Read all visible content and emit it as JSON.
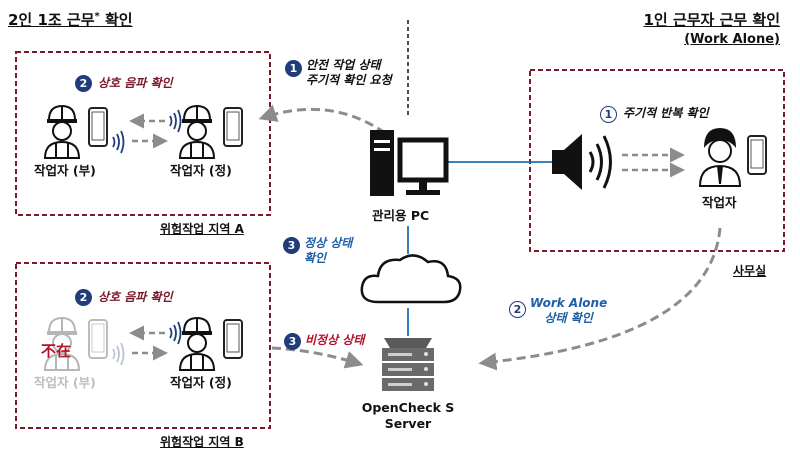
{
  "header_left": {
    "title": "2인 1조 근무",
    "sup": "*",
    "suffix": " 확인"
  },
  "header_right": {
    "line1": "1인 근무자 근무 확인",
    "line2": "(Work Alone)"
  },
  "step1": {
    "num": "1",
    "line1": "안전 작업 상태",
    "line2": "주기적 확인 요청"
  },
  "zone_a": {
    "label": "위험작업 지역 A",
    "badge": "2",
    "title": "상호 음파 확인",
    "worker_sub": "작업자 (부)",
    "worker_main": "작업자 (정)"
  },
  "zone_b": {
    "label": "위험작업 지역 B",
    "badge": "2",
    "title": "상호 음파 확인",
    "absent": "不在",
    "worker_sub": "작업자 (부)",
    "worker_main": "작업자 (정)"
  },
  "pc": {
    "label": "관리용 PC"
  },
  "normal": {
    "num": "3",
    "line1": "정상 상태",
    "line2": "확인"
  },
  "abnormal": {
    "num": "3",
    "text": "비정상 상태"
  },
  "server": {
    "line1": "OpenCheck S",
    "line2": "Server"
  },
  "office": {
    "label": "사무실",
    "badge": "1",
    "title": "주기적 반복 확인",
    "worker": "작업자"
  },
  "work_alone": {
    "num": "2",
    "line1": "Work Alone",
    "line2": "상태 확인"
  },
  "colors": {
    "dashed_box": "#7a1a2a",
    "badge": "#1f3d7a",
    "link": "#1f6fb5",
    "arrow": "#8c8c8c",
    "abnormal": "#b3122a"
  }
}
